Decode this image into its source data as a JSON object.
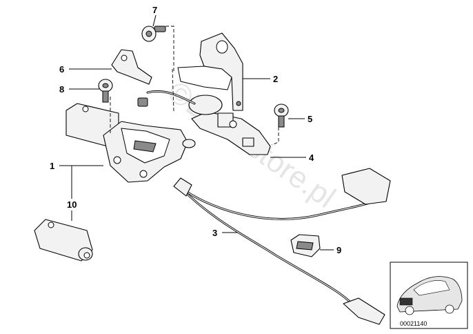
{
  "callouts": [
    {
      "id": "1",
      "label": "1"
    },
    {
      "id": "2",
      "label": "2"
    },
    {
      "id": "3",
      "label": "3"
    },
    {
      "id": "4",
      "label": "4"
    },
    {
      "id": "5",
      "label": "5"
    },
    {
      "id": "6",
      "label": "6"
    },
    {
      "id": "7",
      "label": "7"
    },
    {
      "id": "8",
      "label": "8"
    },
    {
      "id": "9",
      "label": "9"
    },
    {
      "id": "10",
      "label": "10"
    }
  ],
  "watermark": "©BMWstore.pl",
  "thumbnail": {
    "code": "00021140"
  }
}
